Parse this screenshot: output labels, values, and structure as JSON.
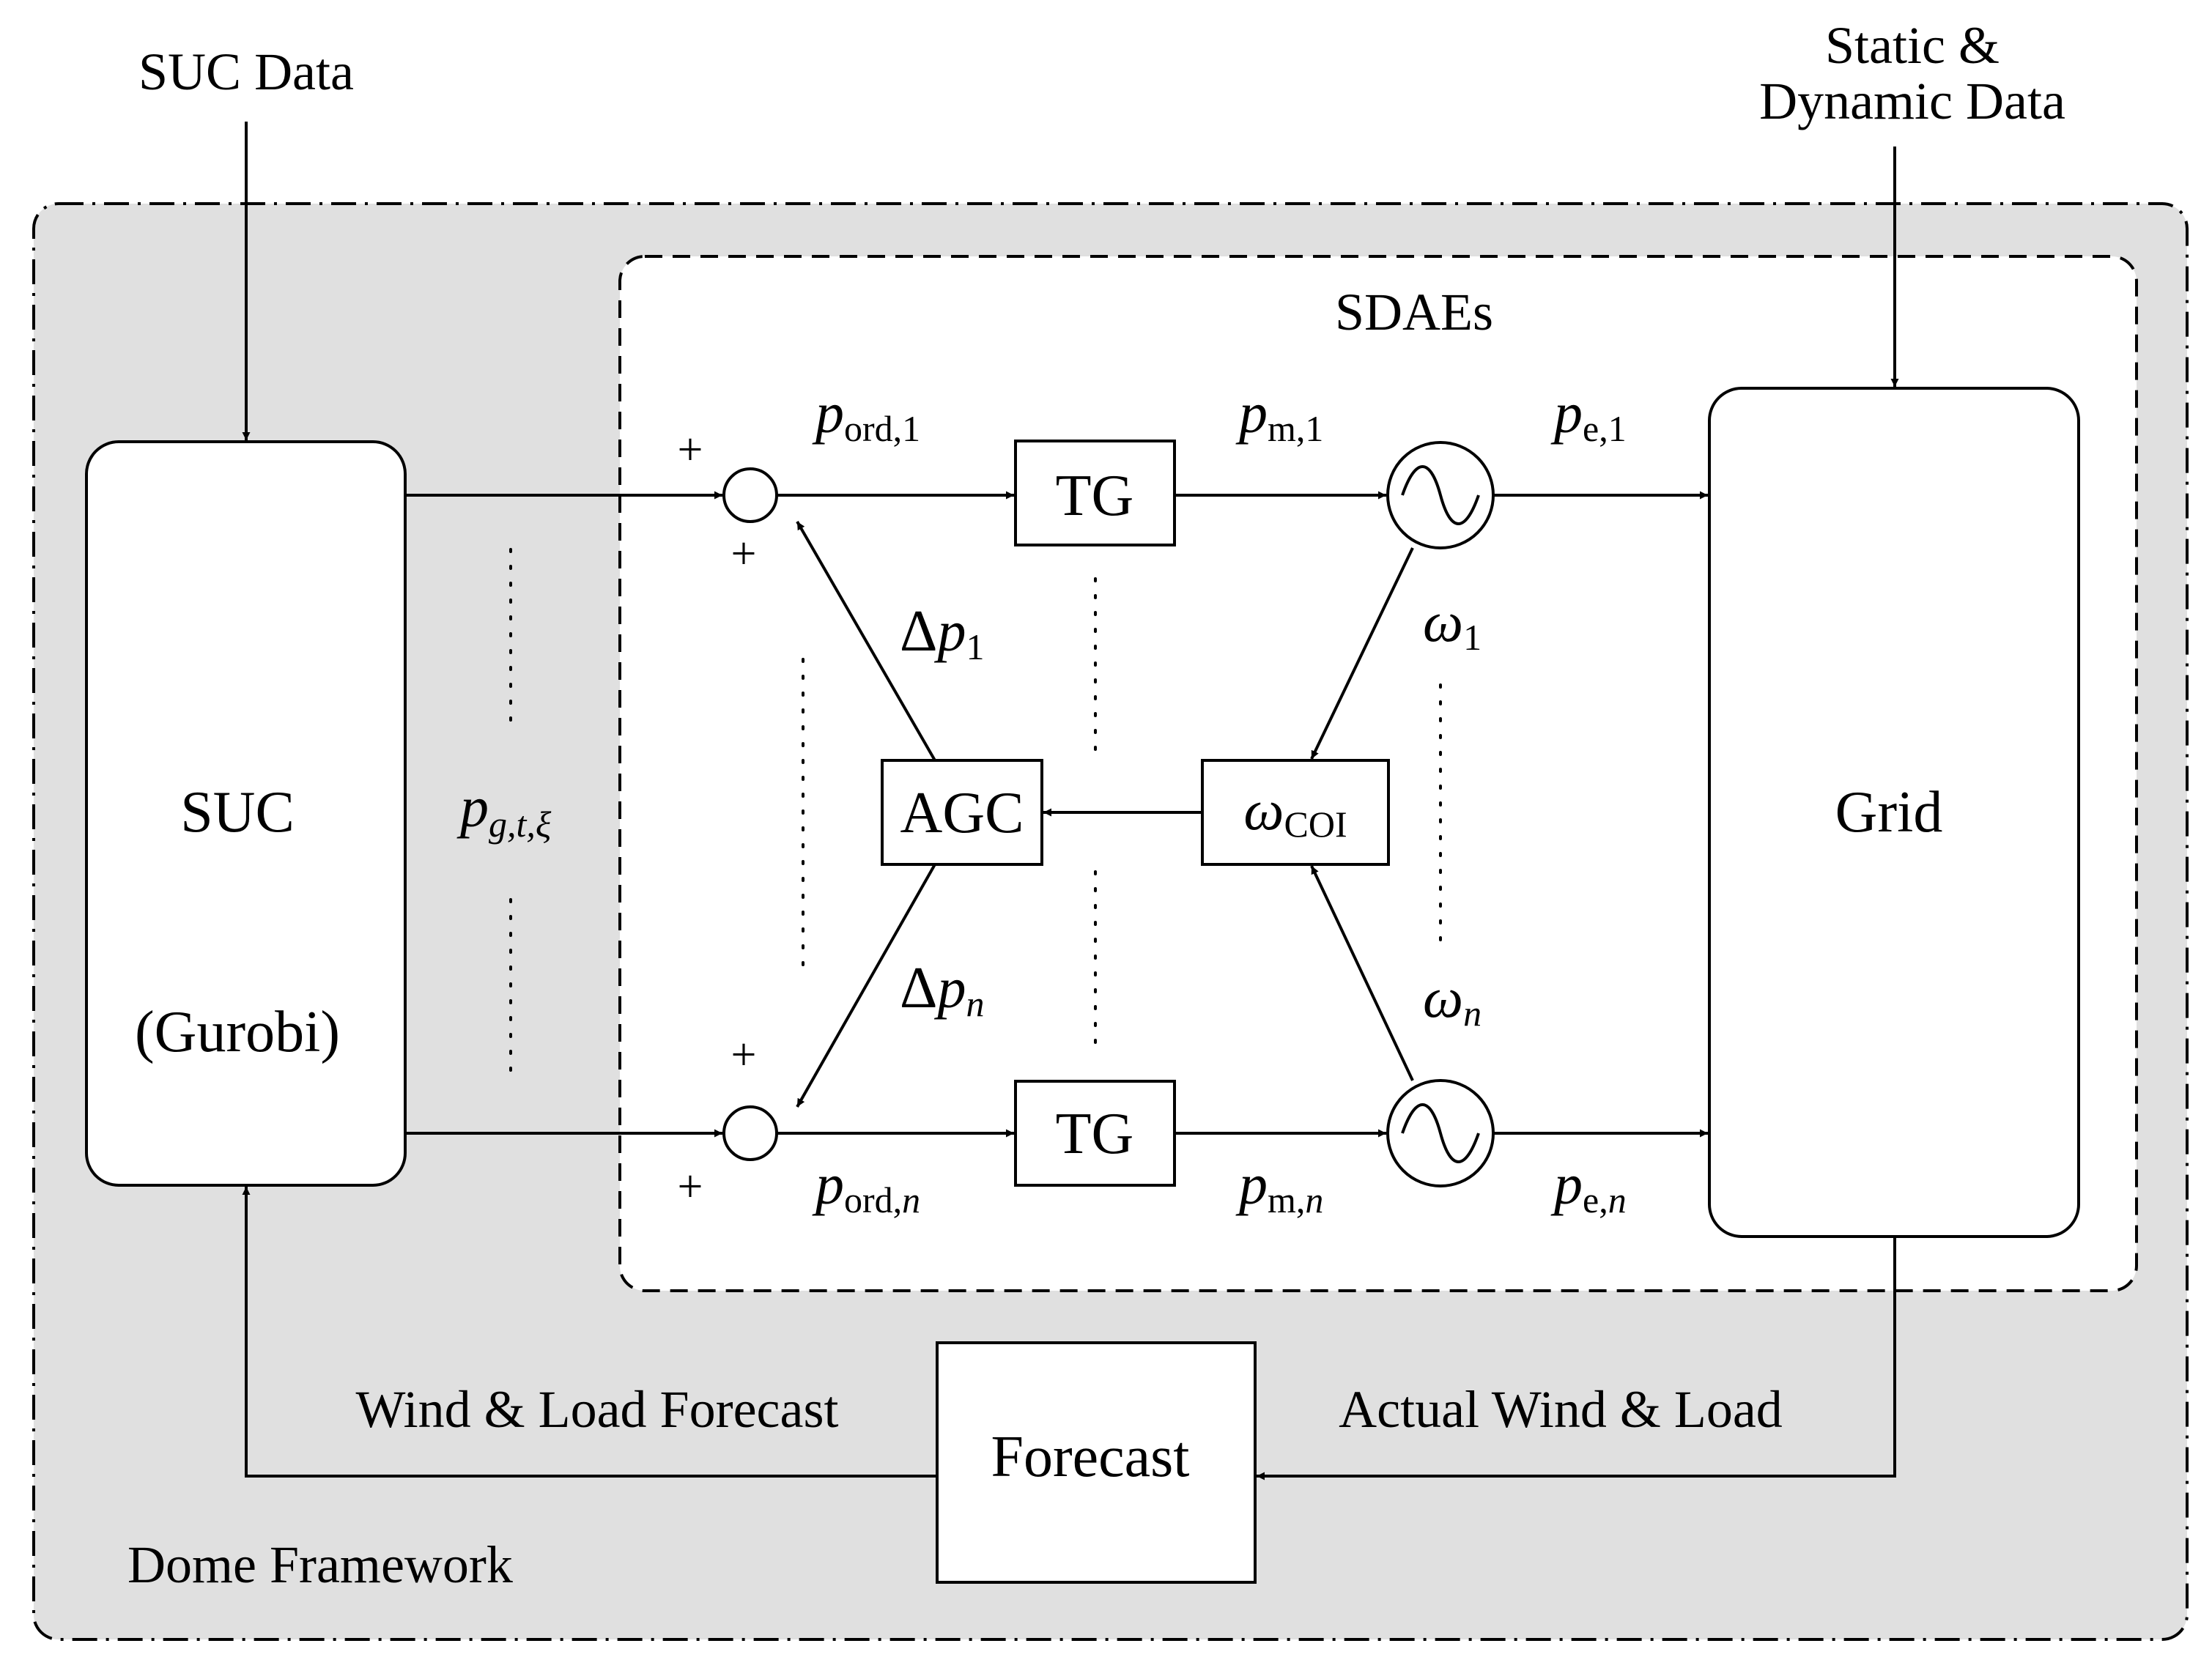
{
  "inputs": {
    "suc_data": "SUC Data",
    "static_dynamic_line1": "Static &",
    "static_dynamic_line2": "Dynamic Data"
  },
  "framework": {
    "label": "Dome Framework",
    "fill_color": "#e0e0e0"
  },
  "sdaes": {
    "label": "SDAEs"
  },
  "suc_block": {
    "title": "SUC",
    "solver": "(Gurobi)"
  },
  "grid_block": {
    "label": "Grid"
  },
  "forecast_block": {
    "label": "Forecast"
  },
  "agc_block": {
    "label": "AGC"
  },
  "coi_block": {
    "symbol": "ω",
    "subscript": "COI"
  },
  "turbine_governors": [
    {
      "label": "TG"
    },
    {
      "label": "TG"
    }
  ],
  "signals": {
    "p_schedule": {
      "symbol": "p",
      "subscript": "g,t,ξ"
    },
    "p_ord_1": {
      "symbol": "p",
      "subscript": "ord,1"
    },
    "p_ord_n": {
      "symbol": "p",
      "subscript": "ord,",
      "subscript_italic": "n"
    },
    "p_m_1": {
      "symbol": "p",
      "subscript": "m,1"
    },
    "p_m_n": {
      "symbol": "p",
      "subscript": "m,",
      "subscript_italic": "n"
    },
    "p_e_1": {
      "symbol": "p",
      "subscript": "e,1"
    },
    "p_e_n": {
      "symbol": "p",
      "subscript": "e,",
      "subscript_italic": "n"
    },
    "dp_1": {
      "prefix": "Δ",
      "symbol": "p",
      "subscript": "1"
    },
    "dp_n": {
      "prefix": "Δ",
      "symbol": "p",
      "subscript": "n"
    },
    "omega_1": {
      "symbol": "ω",
      "subscript": "1"
    },
    "omega_n": {
      "symbol": "ω",
      "subscript": "n"
    }
  },
  "sum_signs": {
    "top_in": "+",
    "top_fb": "+",
    "bottom_fb": "+",
    "bottom_in": "+"
  },
  "flows": {
    "forecast_out": "Wind & Load Forecast",
    "actual_in": "Actual Wind & Load"
  }
}
